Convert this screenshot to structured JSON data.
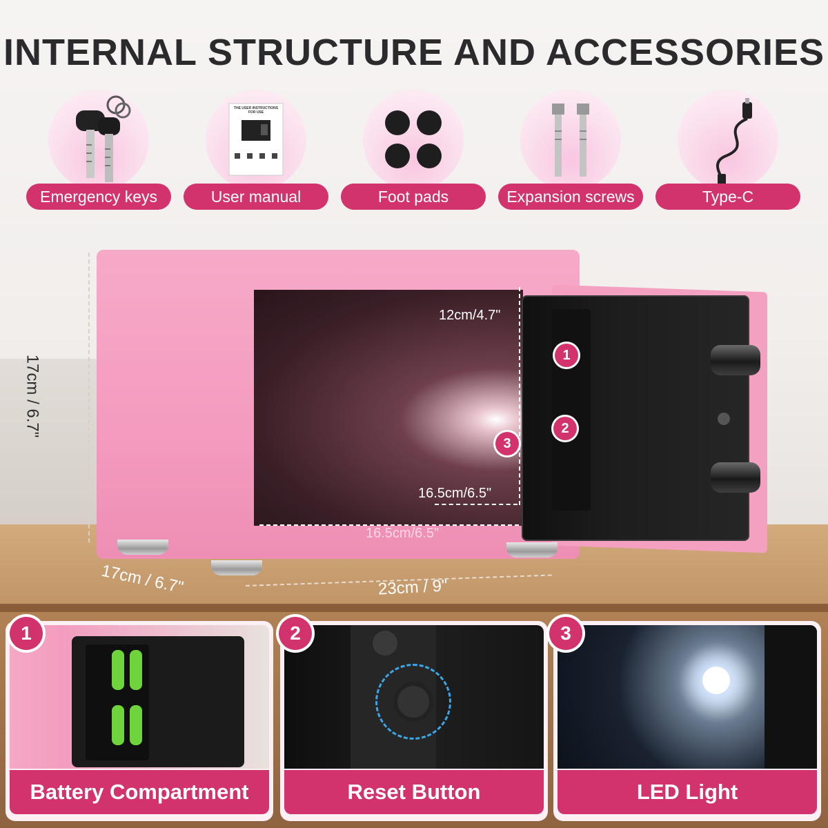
{
  "title": "INTERNAL STRUCTURE AND ACCESSORIES",
  "accessories": [
    {
      "label": "Emergency keys",
      "icon": "keys-icon"
    },
    {
      "label": "User manual",
      "icon": "manual-icon"
    },
    {
      "label": "Foot pads",
      "icon": "foot-pads-icon"
    },
    {
      "label": "Expansion screws",
      "icon": "expansion-screws-icon"
    },
    {
      "label": "Type-C",
      "icon": "usb-cable-icon"
    }
  ],
  "manual_text": "THE USER INSTRUCTIONS FOR USE",
  "dimensions": {
    "height": "17cm / 6.7\"",
    "depth": "17cm / 6.7\"",
    "width": "23cm / 9\"",
    "inner_height": "12cm/4.7\"",
    "inner_depth": "16.5cm/6.5\"",
    "inner_width": "16.5cm/6.5\""
  },
  "callouts": [
    "1",
    "2",
    "3"
  ],
  "panels": [
    {
      "number": "1",
      "caption": "Battery Compartment"
    },
    {
      "number": "2",
      "caption": "Reset Button"
    },
    {
      "number": "3",
      "caption": "LED Light"
    }
  ],
  "colors": {
    "accent": "#d3336d",
    "safe_pink": "#f49bbf",
    "door_black": "#1b1b1b"
  }
}
